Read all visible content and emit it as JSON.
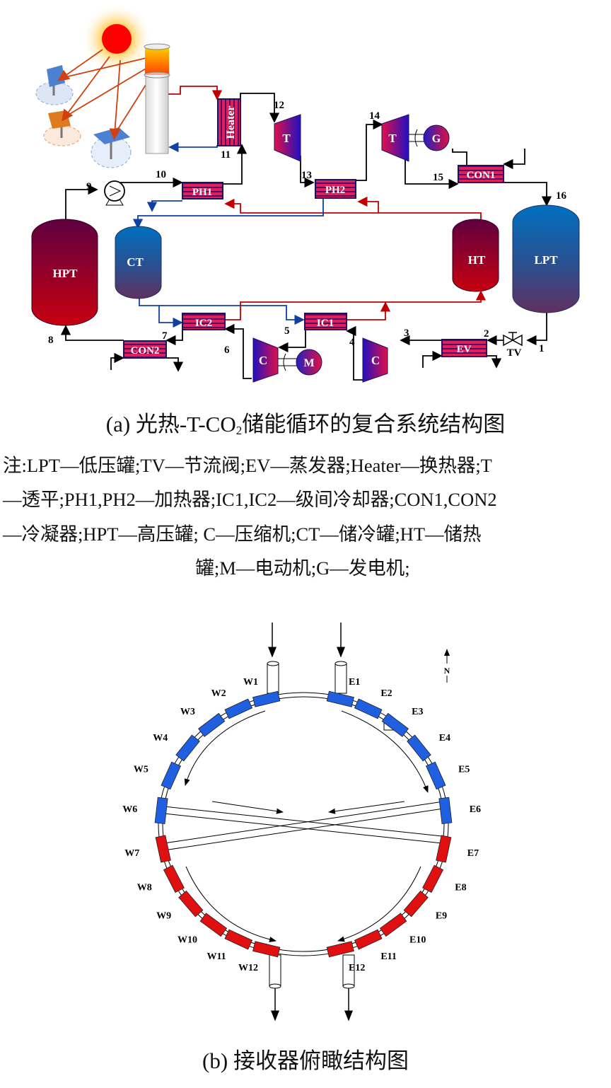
{
  "figure_a": {
    "components": {
      "heater": "Heater",
      "turbine1": "T",
      "turbine2": "T",
      "generator": "G",
      "con1": "CON1",
      "con2": "CON2",
      "ph1": "PH1",
      "ph2": "PH2",
      "hpt": "HPT",
      "ct": "CT",
      "ht": "HT",
      "lpt": "LPT",
      "ic1": "IC1",
      "ic2": "IC2",
      "ev": "EV",
      "tv": "TV",
      "compressor1": "C",
      "compressor2": "C",
      "motor": "M"
    },
    "state_points": [
      "1",
      "2",
      "3",
      "4",
      "5",
      "6",
      "7",
      "8",
      "9",
      "10",
      "11",
      "12",
      "13",
      "14",
      "15",
      "16"
    ],
    "caption_prefix": "(a) 光热-T-CO",
    "caption_sub": "2",
    "caption_suffix": "储能循环的复合系统结构图",
    "notes": [
      "注:LPT—低压罐;TV—节流阀;EV—蒸发器;Heater—换热器;T",
      "—透平;PH1,PH2—加热器;IC1,IC2—级间冷却器;CON1,CON2",
      "—冷凝器;HPT—高压罐; C—压缩机;CT—储冷罐;HT—储热",
      "罐;M—电动机;G—发电机;"
    ]
  },
  "figure_b": {
    "north_label": "N",
    "west_panels": [
      "W1",
      "W2",
      "W3",
      "W4",
      "W5",
      "W6",
      "W7",
      "W8",
      "W9",
      "W10",
      "W11",
      "W12"
    ],
    "east_panels": [
      "E1",
      "E2",
      "E3",
      "E4",
      "E5",
      "E6",
      "E7",
      "E8",
      "E9",
      "E10",
      "E11",
      "E12"
    ],
    "caption": "(b) 接收器俯瞰结构图"
  },
  "colors": {
    "blue_panel": "#1f5fe0",
    "red_panel": "#e01010",
    "hot_line": "#c00000",
    "cold_line": "#1040a0"
  }
}
